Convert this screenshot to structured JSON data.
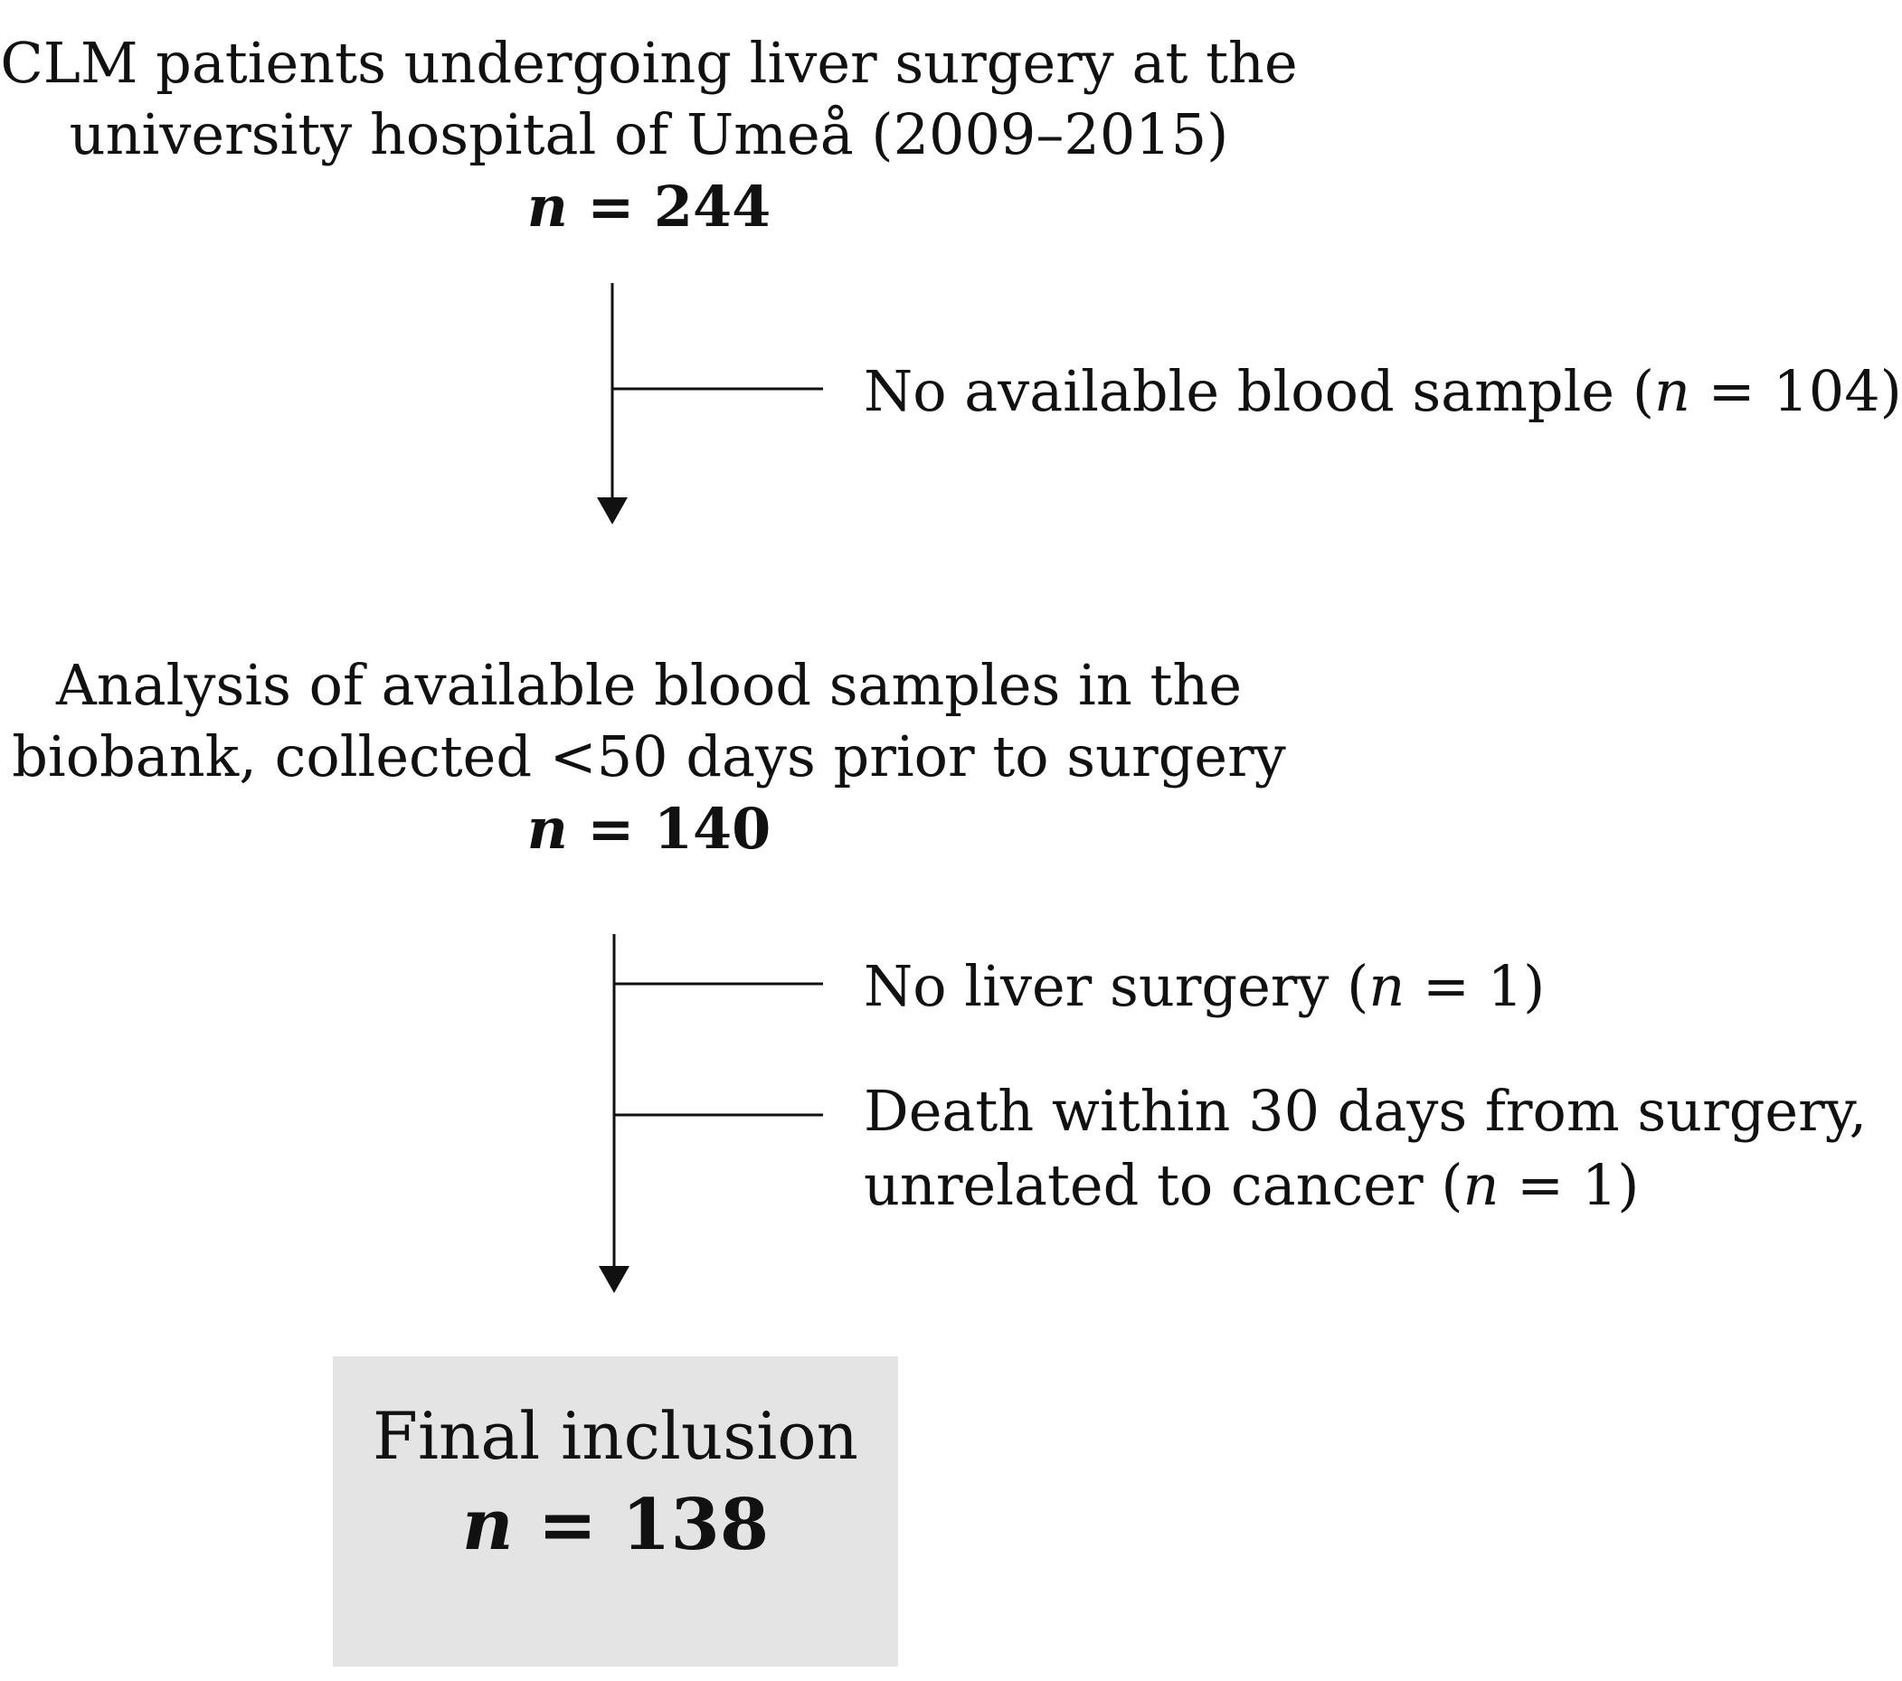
{
  "steps": [
    {
      "lines": [
        "CLM patients undergoing liver surgery at the",
        "university hospital of Umeå (2009–2015)"
      ],
      "n_label": "n",
      "n_value": "= 244"
    },
    {
      "lines": [
        "Analysis of available blood samples in the",
        "biobank, collected <50 days prior to surgery"
      ],
      "n_label": "n",
      "n_value": "= 140"
    }
  ],
  "exclusions": [
    {
      "lines": [
        "No available blood sample ("
      ],
      "n_label": "n",
      "suffix": " = 104)"
    },
    {
      "lines": [
        "No liver surgery ("
      ],
      "n_label": "n",
      "suffix": " = 1)"
    },
    {
      "lines": [
        "Death within 30 days from surgery,",
        "unrelated to cancer ("
      ],
      "n_label": "n",
      "suffix": " = 1)"
    }
  ],
  "final": {
    "title": "Final inclusion",
    "n_label": "n",
    "n_value": "= 138"
  },
  "colors": {
    "line": "#111111",
    "final_box_fill": "#e4e4e4"
  }
}
